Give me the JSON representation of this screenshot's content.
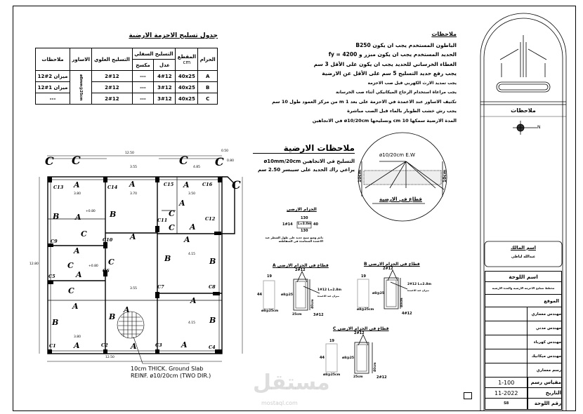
{
  "table": {
    "title": "جدول تسليح الاحزمة الارضية",
    "headers": {
      "beam": "الحزام",
      "section": "المقطع",
      "section_unit": "cm",
      "bottom": "التسليح السفلي",
      "bottom_straight": "عدل",
      "bottom_bent": "مكسح",
      "top": "التسليح العلوي",
      "stirrups": "الاساور",
      "notes": "ملاحظات"
    },
    "stirrups_value": "ø8mm@25cm",
    "rows": [
      {
        "beam": "A",
        "section": "40x25",
        "straight": "4#12",
        "bent": "---",
        "top": "2#12",
        "note": "ميزان 2#12"
      },
      {
        "beam": "B",
        "section": "40x25",
        "straight": "3#12",
        "bent": "---",
        "top": "2#12",
        "note": "ميزان 1#12"
      },
      {
        "beam": "C",
        "section": "40x25",
        "straight": "3#12",
        "bent": "---",
        "top": "2#12",
        "note": "---"
      }
    ]
  },
  "notes": {
    "title": "ملاحظات",
    "items": [
      "الباطون المستخدم يجب ان يكون B250",
      "الحديد المستخدم يجب ان يكون مبزر و fy = 4200",
      "الغطاء الخرساني للحديد يجب ان يكون على الأقل 3 سم",
      "يجب رفع حديد التسليح 5 سم على الأقل عن الارضية",
      "يجب تمديد الارث الكهربي قبل صب الاحزمة",
      "يجب مراعاة استخدام الرجاج الميكانيكي أثناء صب الخرسانة",
      "تكثيف الاساور عند الاعمدة في الاحزمة على بعد 1 m من مركز العمود طول 10 سم",
      "يجب رش خشب الطوبار بالماء قبل الصب مباشرة",
      "المدة الارضية سمكها 10 cm وتسليحها ø10/20cm في الاتجاهين"
    ]
  },
  "slab_notes": {
    "title": "ملاحظات الارضية",
    "items": [
      "التسليح في الاتجاهين ø10mm/20cm",
      "يراعي راك الحديد على سيبسر 2.50 سم"
    ]
  },
  "slab_section": {
    "label": "ø10/20cm  E.W",
    "thick_left": "10cm",
    "thick_right": "10cm",
    "caption": "قطاع في الارضية"
  },
  "ground_beam": {
    "title": "الحزام الارضي",
    "top": "130",
    "bottom": "130",
    "left": "1#14",
    "middle": "L=3.0m",
    "right": "40",
    "note": "دائم وضع سيخ حديد على طول الشطر عند الاعمدة المتعامدة في المتقاطعة"
  },
  "sections": [
    {
      "title": "قطاع في الحزام الارضي A",
      "top": "2#12",
      "bottom": "3#12",
      "extra": "1#12 L=2.8m",
      "extra_note": "ميزان عند الاعمدة",
      "stirrup": "ø8@25",
      "width": "25cm",
      "height": "40cm",
      "w": "19",
      "h": "44",
      "spacing": "ø8@25cm"
    },
    {
      "title": "قطاع في الحزام الارضي B",
      "top": "2#12",
      "bottom": "4#12",
      "extra": "2#12 L=2.8m",
      "extra_note": "ميزان عند الاعمدة",
      "stirrup": "ø8@25",
      "width": "",
      "height": "40cm",
      "w": "19",
      "h": "",
      "spacing": "ø8@25cm"
    },
    {
      "title": "قطاع في الحزام الارضي C",
      "top": "2#12",
      "bottom": "2#12",
      "extra": "",
      "extra_note": "",
      "stirrup": "ø8@25",
      "width": "25cm",
      "height": "40cm",
      "w": "19",
      "h": "44",
      "spacing": "ø8@25cm"
    }
  ],
  "plan": {
    "slab_note_1": "10cm THICK. Ground Slab",
    "slab_note_2": "REINF. ø10/20cm (TWO DIR.)",
    "columns": [
      "C13",
      "C14",
      "C15",
      "C16",
      "C12",
      "C11",
      "C9",
      "C10",
      "C6",
      "C5",
      "C7",
      "C8",
      "C1",
      "C2",
      "C3",
      "C4"
    ],
    "zones": [
      "A",
      "A",
      "A",
      "B",
      "A",
      "B",
      "C",
      "A",
      "C",
      "C",
      "A",
      "A",
      "A",
      "A",
      "C",
      "A",
      "C",
      "B",
      "B",
      "C",
      "A",
      "A",
      "B",
      "A",
      "B",
      "B",
      "A",
      "A",
      "A"
    ],
    "beam_marks": [
      "C",
      "C",
      "C",
      "C",
      "C"
    ],
    "dims": [
      "12.50",
      "12.50",
      "3.55",
      "4.85",
      "0.50",
      "0.80",
      "3.80",
      "3.70",
      "3.50",
      "4.15",
      "4.15",
      "3.80",
      "3.55",
      "+0.80",
      "+0.80",
      "12.80"
    ]
  },
  "title_block": {
    "remarks": "ملاحظات",
    "north": "N",
    "owner_label": "اسم المالك",
    "owner_name": "عبدالله لياطي",
    "sheet_name_label": "اسم اللوحة",
    "sheet_name": "مخطط تسليح الاحزمة الارضية والمدة الارضية",
    "location_label": "الموقع",
    "roles": [
      "مهندس معماري",
      "مهندس مدني",
      "مهندس كهرباء",
      "مهندس ميكانيك",
      "رسم معماري"
    ],
    "scale_label": "مقياس رسم",
    "scale": "1-100",
    "date_label": "التاريخ",
    "date": "11-2022",
    "sheet_no_label": "رقم اللوحة",
    "sheet_no": "S8"
  },
  "watermark": {
    "arabic": "مستقل",
    "latin": "mostaql.com"
  }
}
